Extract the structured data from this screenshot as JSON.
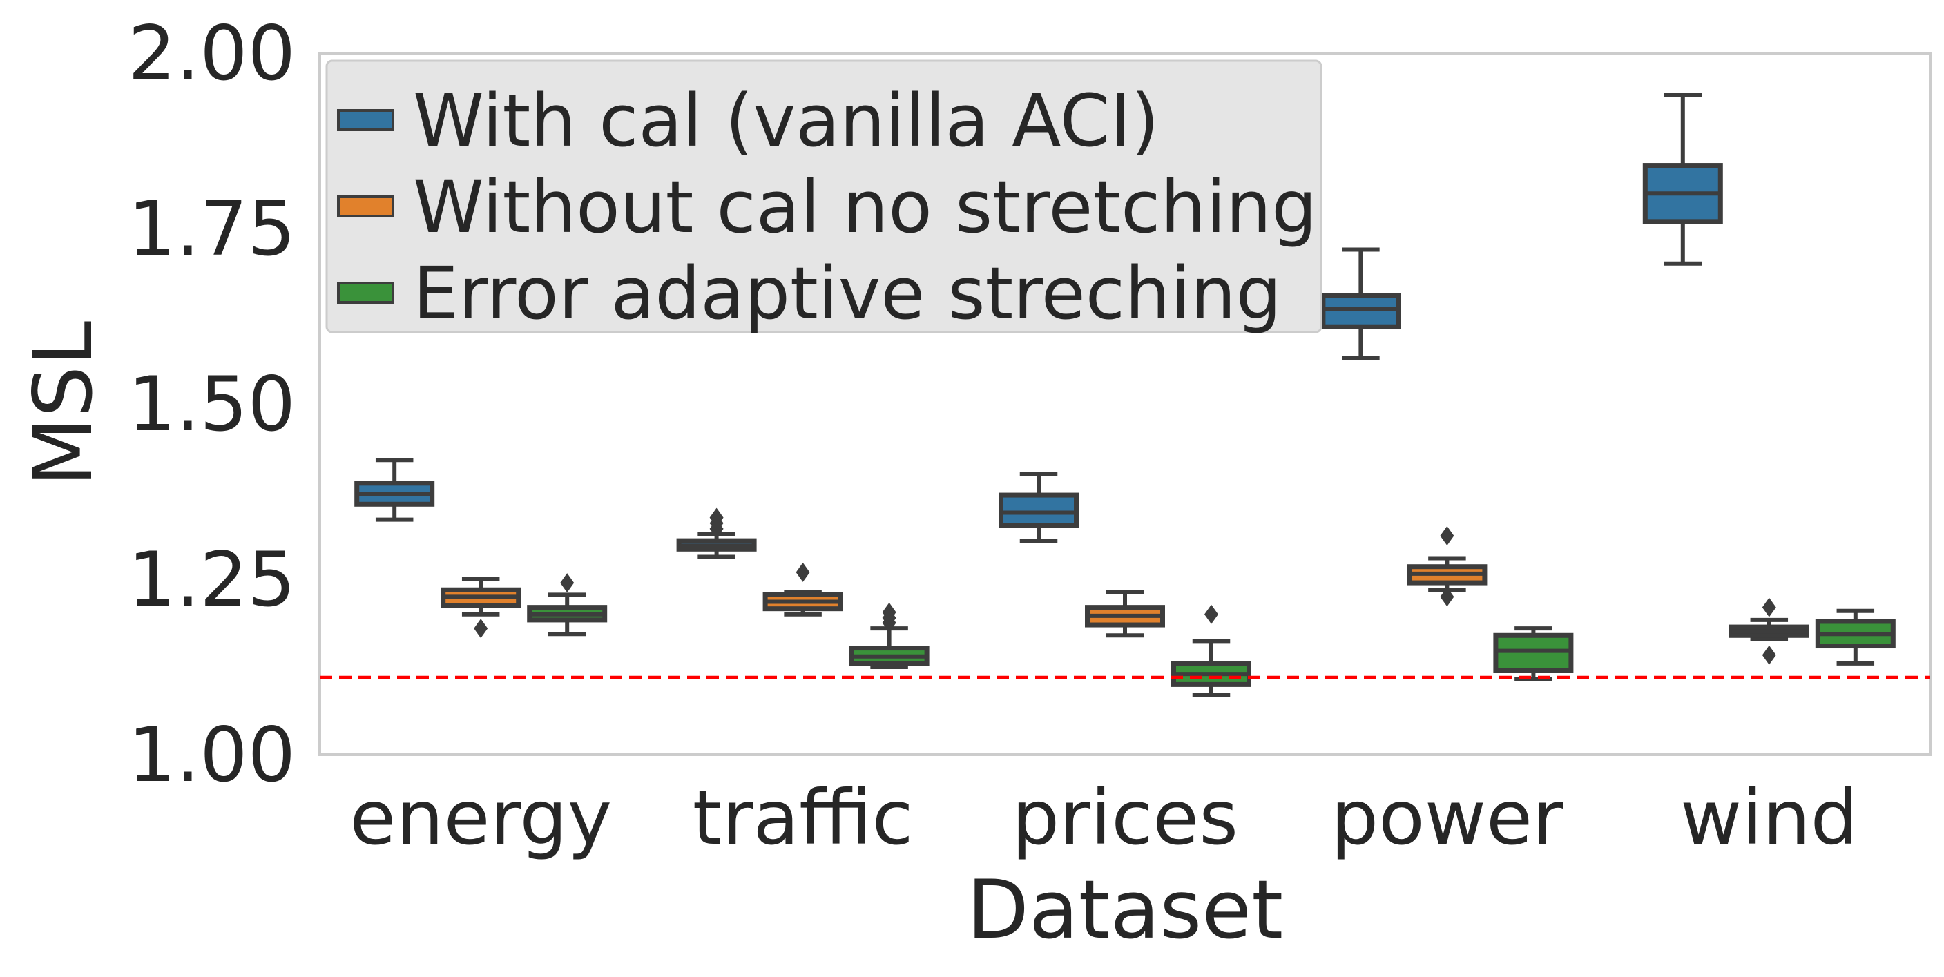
{
  "chart_data": {
    "type": "box",
    "title": "",
    "xlabel": "Dataset",
    "ylabel": "MSL",
    "ylim": [
      1.0,
      2.0
    ],
    "yticks": [
      "1.00",
      "1.25",
      "1.50",
      "1.75",
      "2.00"
    ],
    "grid": false,
    "legend_position": "top-left",
    "categories": [
      "energy",
      "traffic",
      "prices",
      "power",
      "wind"
    ],
    "reference_line": {
      "y": 1.11,
      "color": "#ff0000",
      "style": "dashed"
    },
    "series": [
      {
        "name": "With cal (vanilla ACI)",
        "color": "#3274a1",
        "boxes": [
          {
            "whislo": 1.335,
            "q1": 1.357,
            "med": 1.372,
            "q3": 1.387,
            "whishi": 1.42,
            "fliers": []
          },
          {
            "whislo": 1.282,
            "q1": 1.293,
            "med": 1.298,
            "q3": 1.305,
            "whishi": 1.315,
            "fliers": [
              1.322,
              1.33,
              1.338
            ]
          },
          {
            "whislo": 1.305,
            "q1": 1.327,
            "med": 1.345,
            "q3": 1.37,
            "whishi": 1.4,
            "fliers": []
          },
          {
            "whislo": 1.565,
            "q1": 1.61,
            "med": 1.635,
            "q3": 1.655,
            "whishi": 1.72,
            "fliers": []
          },
          {
            "whislo": 1.7,
            "q1": 1.76,
            "med": 1.8,
            "q3": 1.84,
            "whishi": 1.94,
            "fliers": []
          }
        ]
      },
      {
        "name": "Without cal no stretching",
        "color": "#e1812c",
        "boxes": [
          {
            "whislo": 1.2,
            "q1": 1.213,
            "med": 1.225,
            "q3": 1.235,
            "whishi": 1.25,
            "fliers": [
              1.18
            ]
          },
          {
            "whislo": 1.2,
            "q1": 1.208,
            "med": 1.218,
            "q3": 1.228,
            "whishi": 1.232,
            "fliers": [
              1.26
            ]
          },
          {
            "whislo": 1.17,
            "q1": 1.185,
            "med": 1.198,
            "q3": 1.21,
            "whishi": 1.232,
            "fliers": []
          },
          {
            "whislo": 1.235,
            "q1": 1.245,
            "med": 1.258,
            "q3": 1.268,
            "whishi": 1.28,
            "fliers": [
              1.225,
              1.312
            ]
          },
          {
            "whislo": 1.165,
            "q1": 1.17,
            "med": 1.176,
            "q3": 1.182,
            "whishi": 1.192,
            "fliers": [
              1.142,
              1.21
            ]
          }
        ]
      },
      {
        "name": "Error adaptive streching",
        "color": "#3a923a",
        "boxes": [
          {
            "whislo": 1.172,
            "q1": 1.192,
            "med": 1.2,
            "q3": 1.21,
            "whishi": 1.228,
            "fliers": [
              1.245
            ]
          },
          {
            "whislo": 1.125,
            "q1": 1.13,
            "med": 1.14,
            "q3": 1.152,
            "whishi": 1.18,
            "fliers": [
              1.188,
              1.195,
              1.203
            ]
          },
          {
            "whislo": 1.085,
            "q1": 1.1,
            "med": 1.115,
            "q3": 1.13,
            "whishi": 1.162,
            "fliers": [
              1.2
            ]
          },
          {
            "whislo": 1.108,
            "q1": 1.12,
            "med": 1.148,
            "q3": 1.17,
            "whishi": 1.18,
            "fliers": []
          },
          {
            "whislo": 1.13,
            "q1": 1.155,
            "med": 1.172,
            "q3": 1.19,
            "whishi": 1.205,
            "fliers": []
          }
        ]
      }
    ]
  }
}
